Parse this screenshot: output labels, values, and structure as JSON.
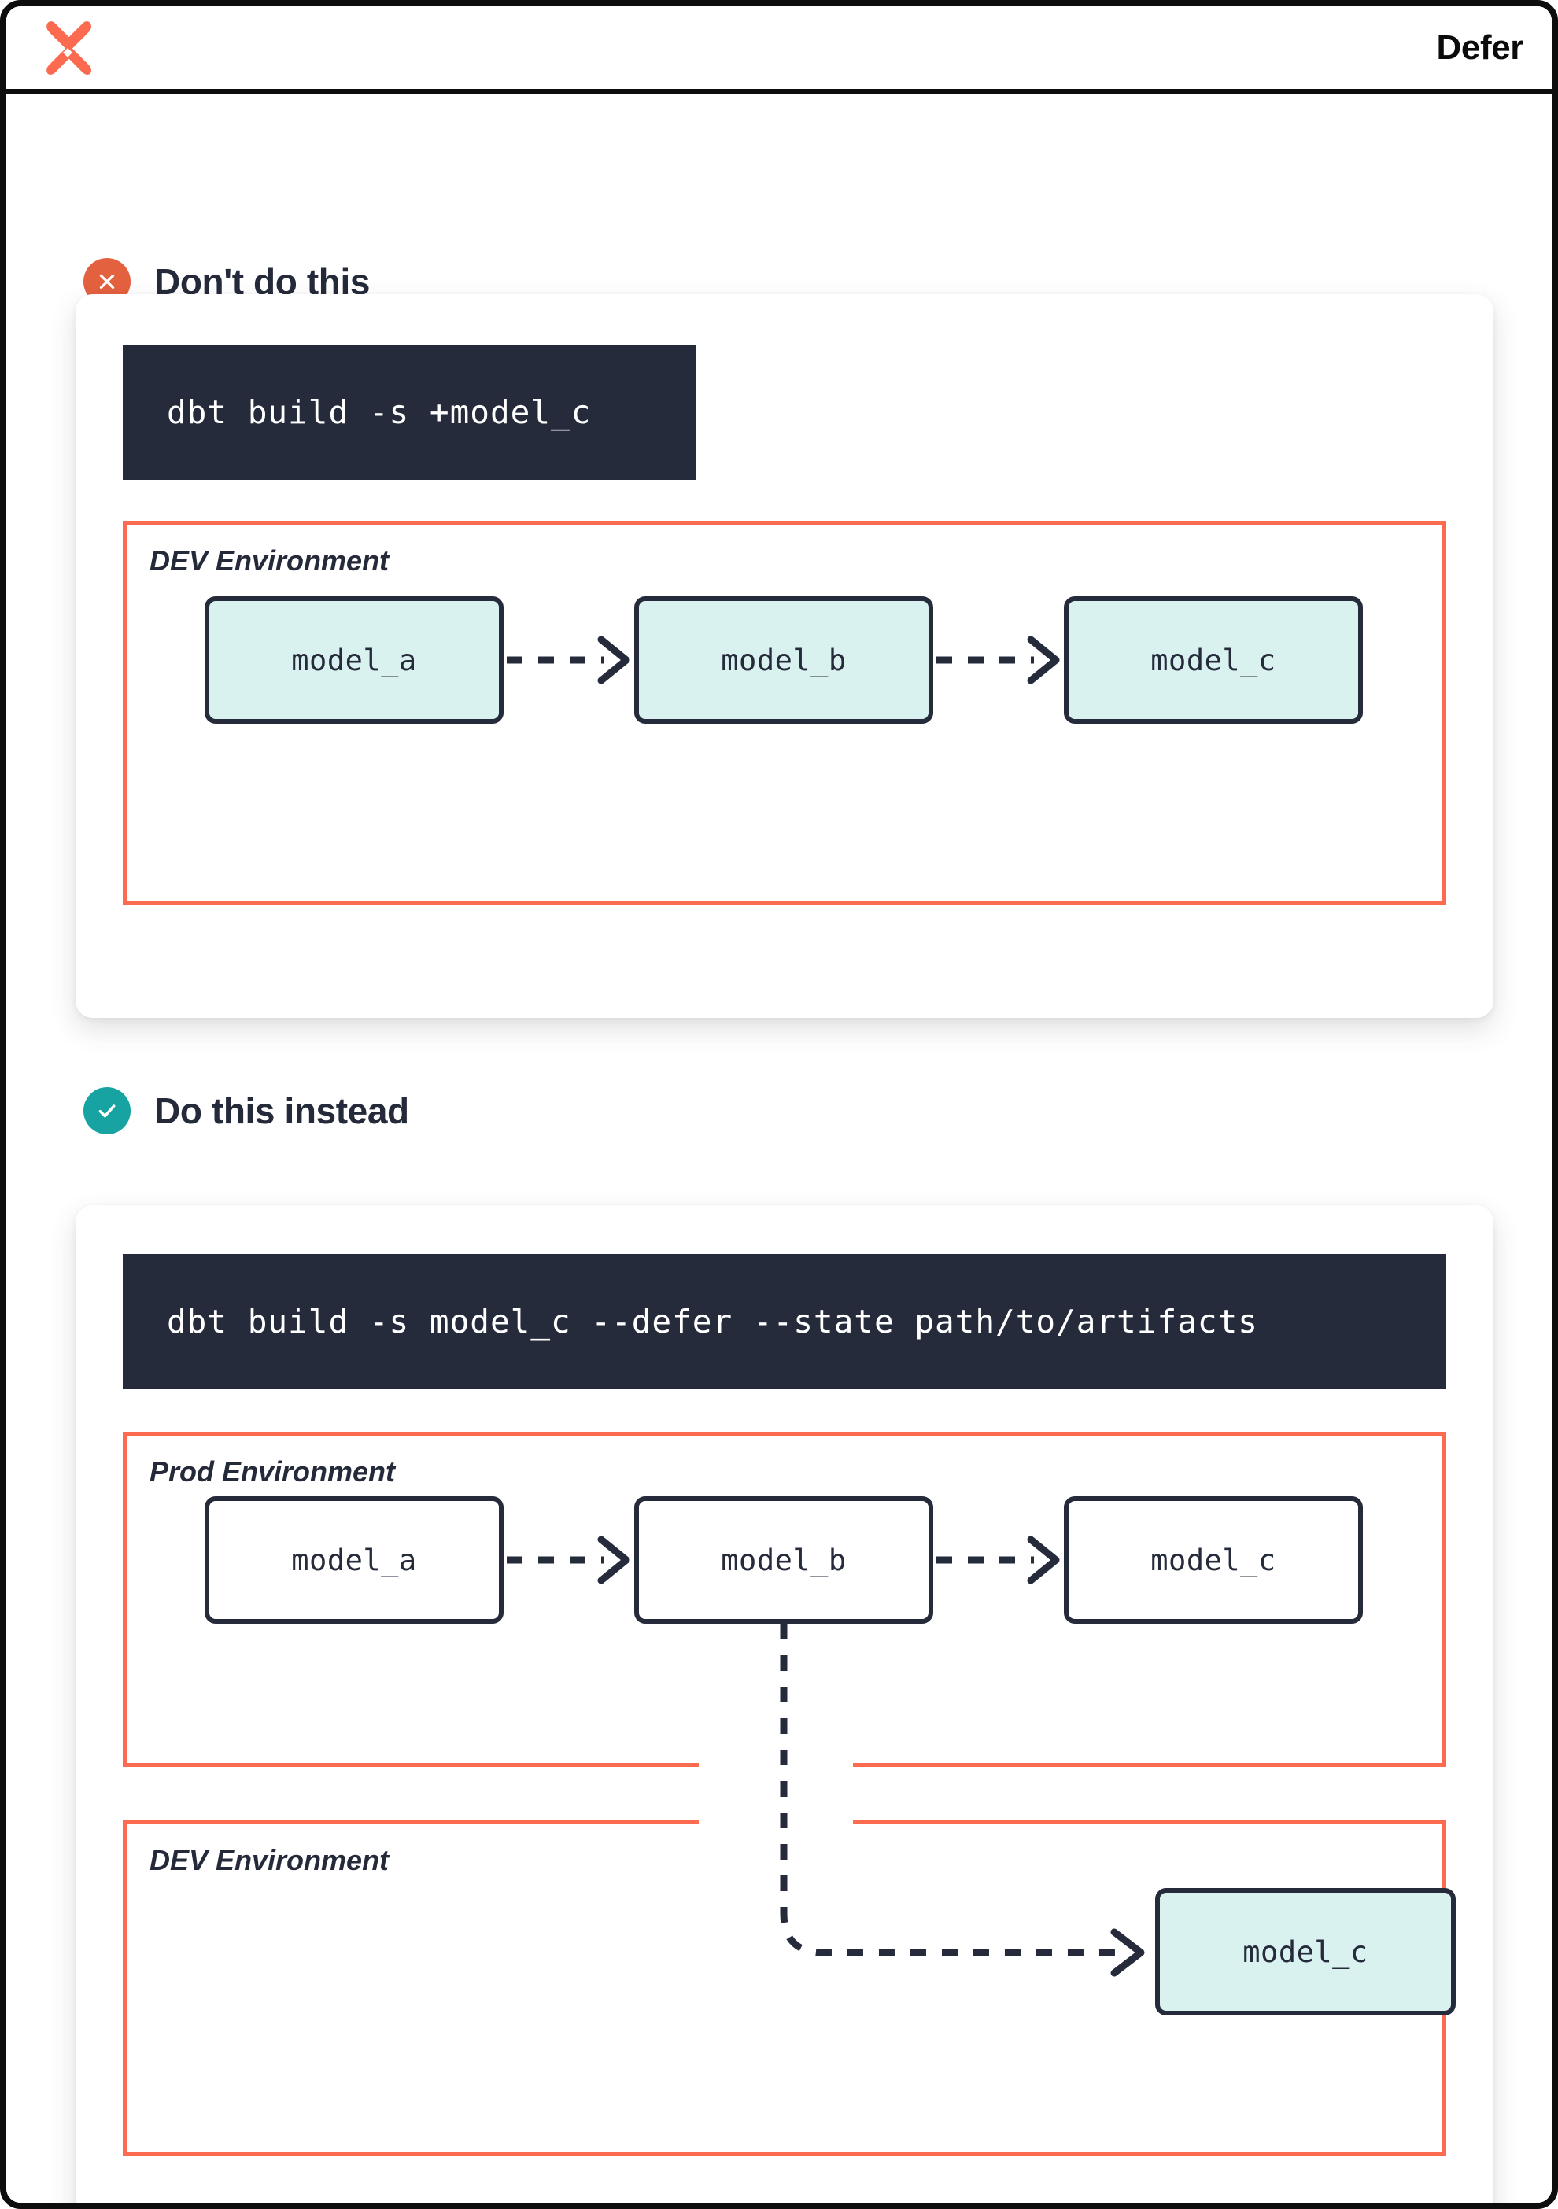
{
  "header": {
    "title": "Defer",
    "logo_icon": "dbt-logo-icon",
    "logo_color": "#fc6a4f"
  },
  "colors": {
    "accent_orange": "#fc6a4f",
    "bad_badge": "#e4613f",
    "good_badge": "#18a3a3",
    "dark_navy": "#262b3b",
    "node_teal": "#d9f2f0",
    "code_bg": "#262b3b",
    "frame_black": "#0d0d0d"
  },
  "sections": [
    {
      "id": "dont-do-this",
      "badge_icon": "x-circle-icon",
      "heading": "Don't do this",
      "command": "dbt build -s +model_c",
      "environments": [
        {
          "id": "dev",
          "label": "DEV Environment",
          "nodes": [
            {
              "label": "model_a",
              "style": "teal"
            },
            {
              "label": "model_b",
              "style": "teal"
            },
            {
              "label": "model_c",
              "style": "teal"
            }
          ]
        }
      ]
    },
    {
      "id": "do-this-instead",
      "badge_icon": "check-circle-icon",
      "heading": "Do this instead",
      "command": "dbt build -s model_c --defer --state path/to/artifacts",
      "environments": [
        {
          "id": "prod",
          "label": "Prod Environment",
          "nodes": [
            {
              "label": "model_a",
              "style": "white"
            },
            {
              "label": "model_b",
              "style": "white"
            },
            {
              "label": "model_c",
              "style": "white"
            }
          ]
        },
        {
          "id": "dev",
          "label": "DEV Environment",
          "nodes": [
            {
              "label": "model_c",
              "style": "teal"
            }
          ]
        }
      ]
    }
  ]
}
